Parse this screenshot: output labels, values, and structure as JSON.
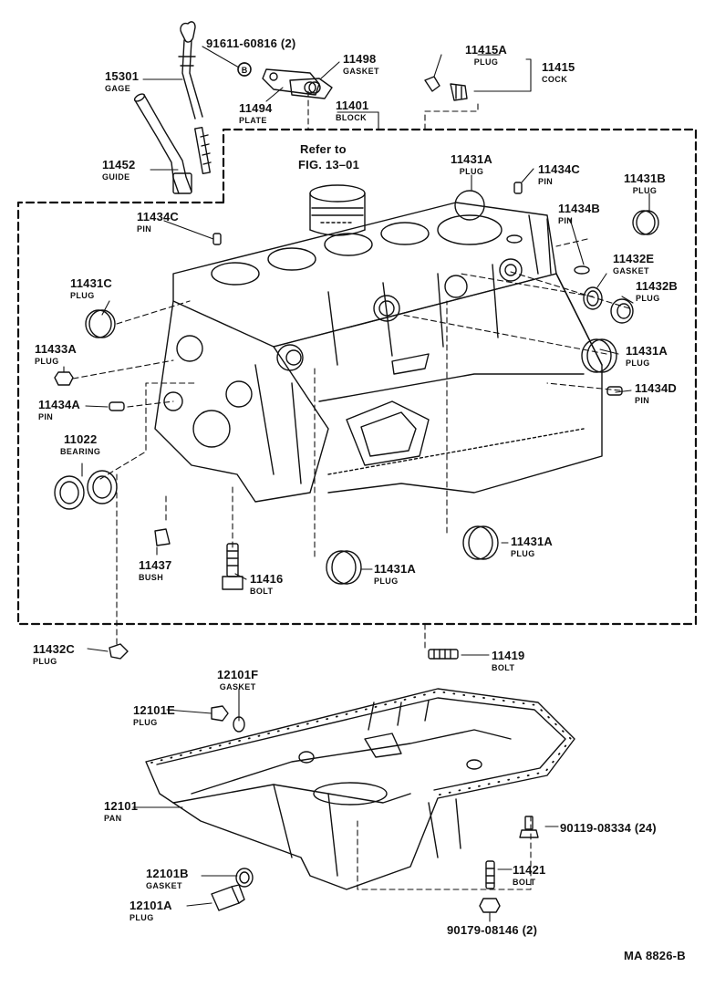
{
  "parts": [
    {
      "id": "p91611",
      "num": "91611-60816 (2)",
      "name": ""
    },
    {
      "id": "p11498",
      "num": "11498",
      "name": "GASKET"
    },
    {
      "id": "p11415A",
      "num": "11415A",
      "name": "PLUG"
    },
    {
      "id": "p11415",
      "num": "11415",
      "name": "COCK"
    },
    {
      "id": "p15301",
      "num": "15301",
      "name": "GAGE"
    },
    {
      "id": "p11494",
      "num": "11494",
      "name": "PLATE"
    },
    {
      "id": "p11401",
      "num": "11401",
      "name": "BLOCK"
    },
    {
      "id": "p11452",
      "num": "11452",
      "name": "GUIDE"
    },
    {
      "id": "p11431A_top",
      "num": "11431A",
      "name": "PLUG"
    },
    {
      "id": "p11434C_top",
      "num": "11434C",
      "name": "PIN"
    },
    {
      "id": "p11431B",
      "num": "11431B",
      "name": "PLUG"
    },
    {
      "id": "p11434C_left",
      "num": "11434C",
      "name": "PIN"
    },
    {
      "id": "p11434B",
      "num": "11434B",
      "name": "PIN"
    },
    {
      "id": "p11432E",
      "num": "11432E",
      "name": "GASKET"
    },
    {
      "id": "p11431C",
      "num": "11431C",
      "name": "PLUG"
    },
    {
      "id": "p11432B",
      "num": "11432B",
      "name": "PLUG"
    },
    {
      "id": "p11433A",
      "num": "11433A",
      "name": "PLUG"
    },
    {
      "id": "p11431A_right",
      "num": "11431A",
      "name": "PLUG"
    },
    {
      "id": "p11434A",
      "num": "11434A",
      "name": "PIN"
    },
    {
      "id": "p11434D",
      "num": "11434D",
      "name": "PIN"
    },
    {
      "id": "p11022",
      "num": "11022",
      "name": "BEARING"
    },
    {
      "id": "p11431A_bot",
      "num": "11431A",
      "name": "PLUG"
    },
    {
      "id": "p11437",
      "num": "11437",
      "name": "BUSH"
    },
    {
      "id": "p11416",
      "num": "11416",
      "name": "BOLT"
    },
    {
      "id": "p11431A_low",
      "num": "11431A",
      "name": "PLUG"
    },
    {
      "id": "p11432C",
      "num": "11432C",
      "name": "PLUG"
    },
    {
      "id": "p11419",
      "num": "11419",
      "name": "BOLT"
    },
    {
      "id": "p12101F",
      "num": "12101F",
      "name": "GASKET"
    },
    {
      "id": "p12101E",
      "num": "12101E",
      "name": "PLUG"
    },
    {
      "id": "p12101",
      "num": "12101",
      "name": "PAN"
    },
    {
      "id": "p90119",
      "num": "90119-08334 (24)",
      "name": ""
    },
    {
      "id": "p12101B",
      "num": "12101B",
      "name": "GASKET"
    },
    {
      "id": "p11421",
      "num": "11421",
      "name": "BOLT"
    },
    {
      "id": "p12101A",
      "num": "12101A",
      "name": "PLUG"
    },
    {
      "id": "p90179",
      "num": "90179-08146 (2)",
      "name": ""
    }
  ],
  "reference": {
    "line1": "Refer to",
    "line2": "FIG. 13–01"
  },
  "badge_letter": "B",
  "drawing_code": "MA  8826-B"
}
